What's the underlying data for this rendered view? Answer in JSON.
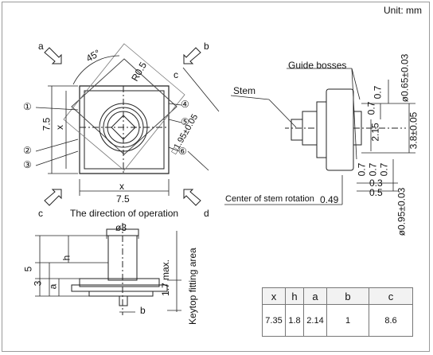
{
  "unit": "Unit: mm",
  "labels": {
    "dir_a": "a",
    "dir_b": "b",
    "dir_c": "c",
    "dir_d": "d",
    "angle": "45°",
    "radius": "R0.5",
    "c_dim": "c",
    "x_dim": "x",
    "x_width": "7.5",
    "y_dim": "7.5",
    "y_x": "x",
    "boss_dim": "□1.95±0.05",
    "direction": "The direction of operation",
    "circles": [
      "①",
      "②",
      "③",
      "④",
      "⑤",
      "⑥"
    ],
    "guide_bosses": "Guide bosses",
    "stem": "Stem",
    "d065": "ø0.65±0.03",
    "d07a": "0.7",
    "d07b": "0.7",
    "d215": "2.15",
    "d38": "3.8±0.05",
    "d07c": "0.7",
    "d07d": "0.7",
    "d07e": "0.7",
    "d03": "0.3",
    "d05": "0.5",
    "d095": "ø0.95±0.03",
    "center_rot": "Center of stem rotation",
    "d049": "0.49",
    "phi3": "ø3",
    "h": "h",
    "five": "5",
    "three": "3",
    "a": "a",
    "b": "b",
    "max17": "1.7 max.",
    "keytop": "Keytop fitting area"
  },
  "table": {
    "headers": [
      "x",
      "h",
      "a",
      "b",
      "c"
    ],
    "values": [
      "7.35",
      "1.8",
      "2.14",
      "1",
      "8.6"
    ]
  }
}
